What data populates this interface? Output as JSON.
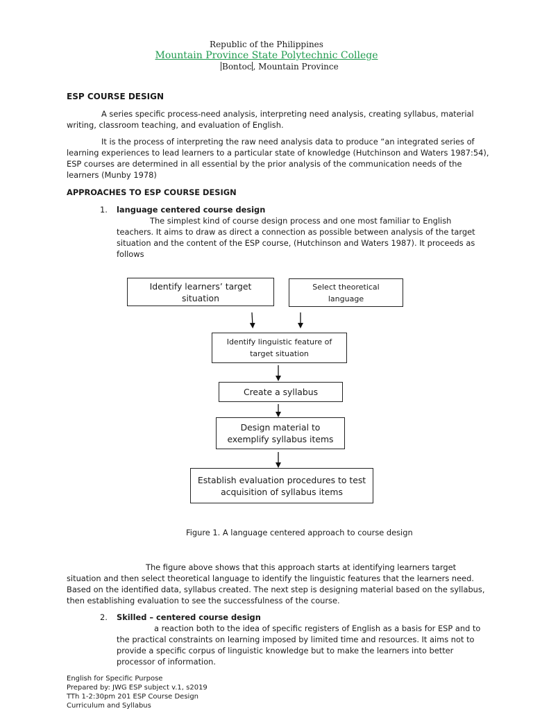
{
  "header": {
    "republic": "Republic of the Philippines",
    "college": "Mountain Province State Polytechnic College",
    "location_a": "Bontoc",
    "location_b": ", Mountain Province"
  },
  "title": "ESP COURSE DESIGN",
  "intro_para1": [
    "A series specific process-need analysis, interpreting need analysis, creating syllabus, material",
    "writing, classroom teaching, and evaluation of English."
  ],
  "intro_para2": [
    "It is the process of interpreting the raw need analysis data to produce “an integrated series of",
    "learning experiences to lead learners to a particular state of knowledge (Hutchinson and Waters 1987:54),",
    "ESP courses are determined in all essential by the prior analysis of the communication needs of the",
    "learners (Munby 1978)"
  ],
  "approaches_heading": "APPROACHES TO ESP COURSE DESIGN",
  "item1": {
    "number": "1.",
    "title": "language centered course design",
    "lines": [
      "The simplest kind of course design process and one most familiar to English",
      "teachers. It aims to draw as direct a connection as possible between analysis of the target",
      "situation and the content of the ESP course, (Hutchinson and Waters 1987). It proceeds as",
      "follows"
    ]
  },
  "flowchart": {
    "box1": [
      "Identify learners’ target",
      "situation"
    ],
    "box2": [
      "Select theoretical",
      "language"
    ],
    "box3": [
      "Identify linguistic feature of",
      "target situation"
    ],
    "box4": [
      "Create a syllabus"
    ],
    "box5": [
      "Design material to",
      "exemplify syllabus items"
    ],
    "box6": [
      "Establish evaluation procedures to test",
      "acquisition of syllabus items"
    ]
  },
  "figure_caption": "Figure 1. A language centered approach to course design",
  "figure_explanation": [
    "The figure above shows that this approach starts at identifying learners target",
    "situation and then select theoretical language to identify the linguistic features that the learners need.",
    "Based on the identified data, syllabus created. The next step is designing material based on the syllabus,",
    "then establishing evaluation to see the successfulness of the course."
  ],
  "item2": {
    "number": "2.",
    "title": "Skilled – centered course design",
    "lines": [
      "a reaction both to the idea of specific registers of English as a basis for ESP and to",
      "the practical constraints on learning imposed by limited time and resources. It aims not to",
      "provide a specific corpus of linguistic knowledge but to make the learners into better",
      "processor of information."
    ]
  },
  "footer": [
    "English for Specific Purpose",
    "Prepared by:  JWG ESP subject v.1, s2019",
    "TTh 1-2:30pm 201 ESP Course Design",
    "Curriculum and Syllabus"
  ]
}
